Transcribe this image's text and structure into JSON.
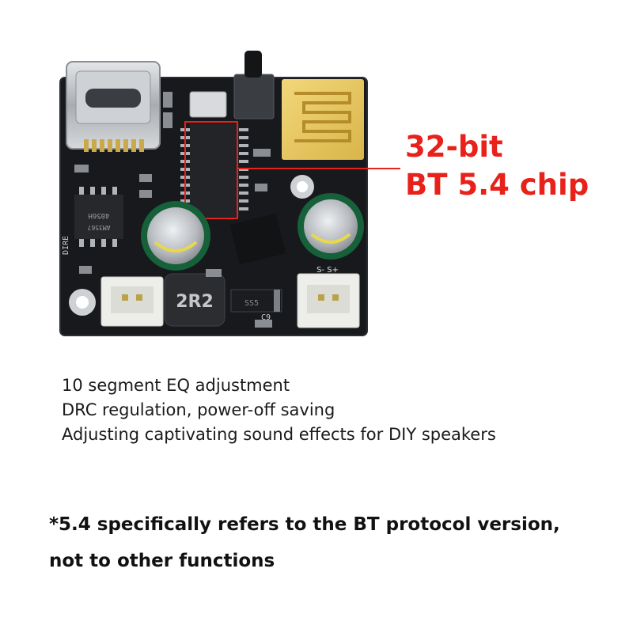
{
  "callout": {
    "line1": "32-bit",
    "line2": "BT 5.4 chip",
    "color": "#e8211a"
  },
  "features": [
    "10 segment EQ adjustment",
    "DRC regulation, power-off saving",
    "Adjusting captivating sound effects for DIY speakers"
  ],
  "note": {
    "line1": "*5.4 specifically refers to the BT protocol version,",
    "line2": "not to other functions"
  },
  "board_markings": {
    "inductor": "2R2",
    "chip_left": "4056H",
    "chip_left_sub": "AM3567",
    "side_label": "DIRE",
    "diode": "SS5",
    "connector_right": "S-  S+",
    "cap_label": "C9"
  },
  "colors": {
    "pcb": "#17191d",
    "antenna": "#e9c75a",
    "capacitor": "#16603a",
    "metal": "#b9bcc0"
  }
}
